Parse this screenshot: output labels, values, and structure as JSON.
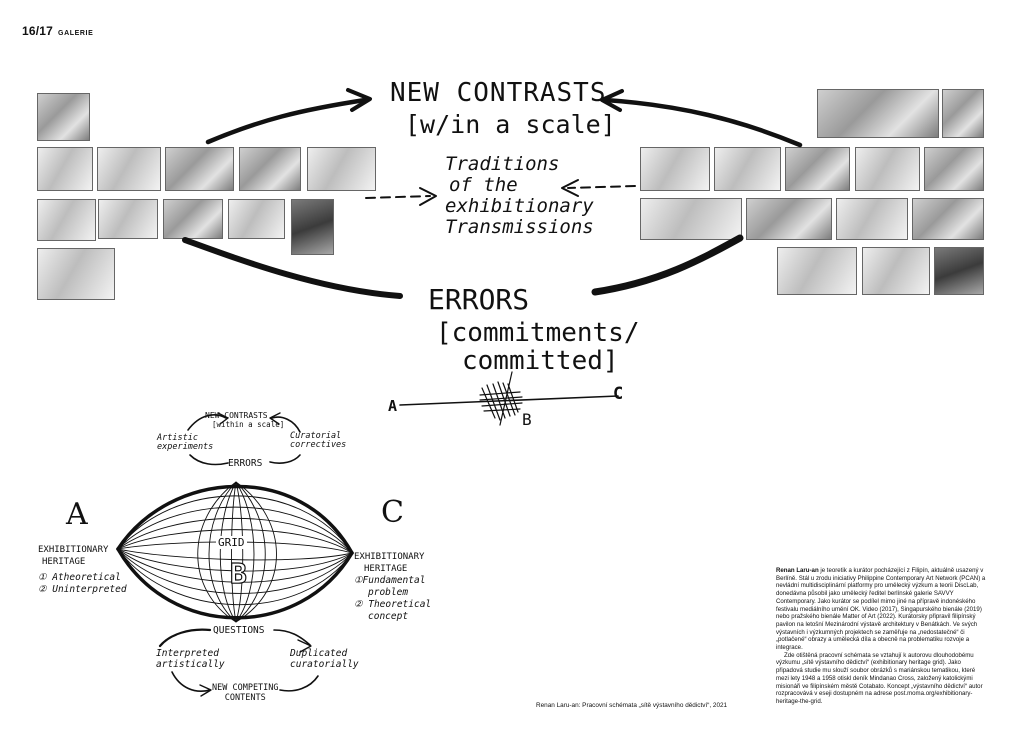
{
  "folio": {
    "pages": "16/17",
    "section": "GALERIE"
  },
  "top_diagram": {
    "new_contrasts": "NEW CONTRASTS",
    "within_scale": "[w/in a scale]",
    "traditions": [
      "Traditions",
      "of the",
      "exhibitionary",
      "Transmissions"
    ],
    "errors": "ERRORS",
    "commitments": "[commitments/",
    "committed": "committed]",
    "axis_a": "A",
    "axis_b": "B",
    "axis_c": "C"
  },
  "bottom_diagram": {
    "new_contrasts": "NEW CONTRASTS",
    "within_scale": "[within a scale]",
    "artistic": [
      "Artistic",
      "experiments"
    ],
    "curatorial": [
      "Curatorial",
      "correctives"
    ],
    "errors": "ERRORS",
    "big_a": "A",
    "big_c": "C",
    "grid": "GRID",
    "big_b": "B",
    "left_heritage": [
      "EXHIBITIONARY",
      "HERITAGE"
    ],
    "left_items": [
      "① Atheoretical",
      "② Uninterpreted"
    ],
    "right_heritage": [
      "EXHIBITIONARY",
      "HERITAGE"
    ],
    "right_items": [
      "①Fundamental",
      "problem",
      "② Theoretical",
      "concept"
    ],
    "questions": "QUESTIONS",
    "interpreted": [
      "Interpreted",
      "artistically"
    ],
    "duplicated": [
      "Duplicated",
      "curatorially"
    ],
    "competing": [
      "NEW COMPETING",
      "CONTENTS"
    ]
  },
  "bio": {
    "name": "Renan Laru-an",
    "p1": " je teoretik a kurátor pocházející z Filipín, aktuálně usazený v Berlíně. Stál u zrodu iniciativy Philippine Contemporary Art Network (PCAN) a nevládní multidisciplinární platformy pro umělecký výzkum a teorii DiscLab, donedávna působil jako umělecký ředitel berlínské galerie SAVVY Contemporary. Jako kurátor se podílel mimo jiné na přípravě indonéského festivalu mediálního umění OK. Video (2017), Singapurského bienále (2019) nebo pražského bienále Matter of Art (2022). Kurátorsky připravil filipínský pavilon na letošní Mezinárodní výstavě architektury v Benátkách. Ve svých výstavních i výzkumných projektech se zaměřuje na „nedostatečné“ či „potlačené“ obrazy a umělecká díla a obecně na problematiku rozvoje a integrace.",
    "p2": "Zde otištěná pracovní schémata se vztahují k autorovu dlouhodobému výzkumu „sítě výstavního dědictví“ (exhibitionary heritage grid). Jako připadová studie mu slouží soubor obrázků s mariánskou tematikou, které mezi lety 1948 a 1958 otiskl deník Mindanao Cross, založený katolickými misionáři ve filipínském městě Cotabato. Koncept „výstavního dědictví“ autor rozpracovává v eseji dostupném na adrese post.moma.org/exhibitionary-heritage-the-grid."
  },
  "caption": "Renan Laru-an: Pracovní schémata „sítě výstavního dědictví“, 2021"
}
